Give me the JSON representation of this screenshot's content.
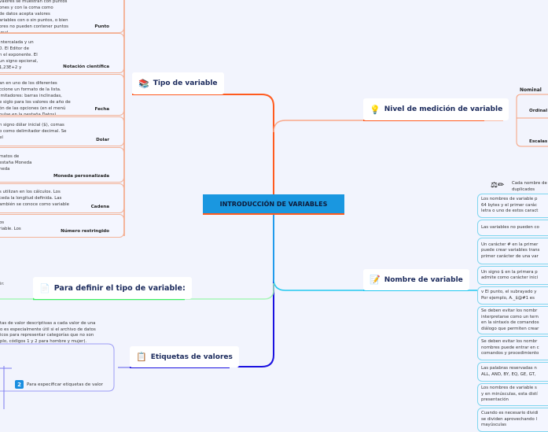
{
  "center": {
    "title": "INTRODUCCIÓN DE VARIABLES"
  },
  "tipo": {
    "title": "Tipo de variable",
    "icon": "books-icon",
    "cards": [
      {
        "lines": [
          "valores se muestran con puntos",
          "ones y con la coma como",
          "de datos acepta valores",
          "ariables con o sin puntos, o bien",
          "ores no pueden contener puntos",
          "imal"
        ],
        "title": "Punto"
      },
      {
        "lines": [
          "intercalada y un",
          "0. El Editor de",
          "n el exponente. El",
          "un signo opcional,",
          "1,23E+2 y"
        ],
        "title": "Notación científica"
      },
      {
        "lines": [
          "an en uno de los diferentes",
          "ccione un formato de la lista.",
          "imitadores: barras inclinadas,",
          "e siglo para los valores de año de",
          "ón de las opciones (en el menú",
          "pulse en la pestaña Datos)."
        ],
        "title": "Fecha"
      },
      {
        "lines": [
          "n signo dólar inicial ($), comas",
          "o como delimitador decimal. Se",
          "el"
        ],
        "title": "Dolar"
      },
      {
        "lines": [
          "matos de",
          "estaña Moneda",
          "neda"
        ],
        "title": "Moneda personalizada"
      },
      {
        "lines": [
          "s utilizan en los cálculos. Los",
          "ceda la longitud definida. Las",
          "ambién se conoce como variable"
        ],
        "title": "Cadena"
      },
      {
        "lines": [
          "os",
          "riable. Los"
        ],
        "title": "Número restringido"
      }
    ]
  },
  "definir": {
    "title": "Para definir el tipo de variable:",
    "icon": "document-icon",
    "side_text": "ir:"
  },
  "etiquetas": {
    "title": "Etiquetas de valores",
    "icon": "clipboard-icon",
    "desc": [
      "tas de valor descriptivas a cada valor de una",
      "o es especialmente útil si el archivo de datos",
      "icos para representar categorías que no son",
      "plo, códigos 1 y 2 para hombre y mujer)."
    ],
    "step_number": "2",
    "step_label": "Para especificar etiquetas de valor"
  },
  "nivel": {
    "title": "Nivel de medición de variable",
    "icon": "lightbulb-icon",
    "items": [
      "Nominal",
      "Ordinal",
      "Escalas"
    ]
  },
  "nombre": {
    "title": "Nombre de variable",
    "icon": "memo-icon",
    "note": [
      "Cada nombre de",
      "duplicados"
    ],
    "cards": [
      [
        "Los nombres de variable p",
        "64 bytes y el primer carác",
        "letra o uno de estos caract"
      ],
      [
        "Las variables no pueden co"
      ],
      [
        "Un carácter # en la primer",
        "puede crear variables trans",
        "primer carácter de una var"
      ],
      [
        "Un signo $ en la primera p",
        "admite como carácter inici"
      ],
      [
        "v El punto, el subrayado y",
        "Por ejemplo, A._$@#1 es"
      ],
      [
        "Se deben evitar los nombr",
        "interpretarse como un tern",
        "en la sintaxis de comandos",
        "diálogo que permiten crear"
      ],
      [
        "Se deben evitar los nombr",
        "nombres puede entrar en c",
        "comandos y procedimiento"
      ],
      [
        "Las palabras reservadas n",
        "ALL, AND, BY, EQ, GE, GT,"
      ],
      [
        "Los nombres de variable s",
        "y en minúsculas, esta distí",
        "presentación"
      ],
      [
        "Cuando es necesario dividi",
        "se dividen aprovechando l",
        "mayúsculas"
      ]
    ]
  },
  "colors": {
    "center": "#1a97e0",
    "tipo": "#ff5a1e",
    "nivel": "#ff5a1e",
    "nombre": "#22c8f0",
    "etiquetas": "#1a10e0",
    "definir": "#3cf060",
    "background": "#f2f4fd"
  }
}
